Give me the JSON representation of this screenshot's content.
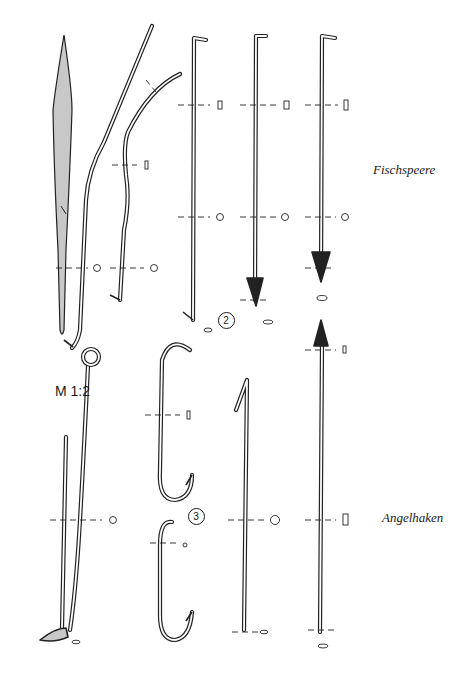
{
  "diagram": {
    "labels": [
      "Fischspeere",
      "2",
      "M 1:2",
      "Angelhaken",
      "3"
    ]
  }
}
